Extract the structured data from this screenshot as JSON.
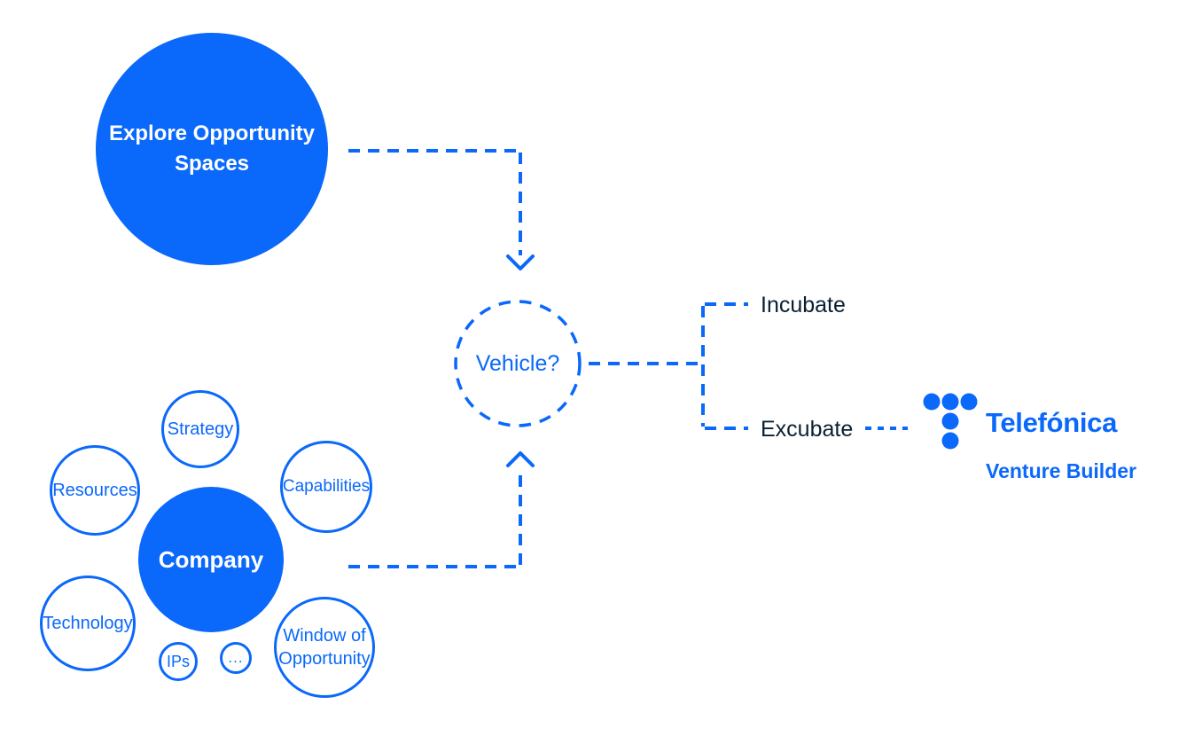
{
  "colors": {
    "blue": "#0A68FA",
    "dark_text": "#0A2032",
    "background": "#FFFFFF"
  },
  "nodes": {
    "explore": {
      "label": "Explore Opportunity Spaces"
    },
    "company": {
      "label": "Company"
    },
    "satellites": [
      {
        "label": "Strategy"
      },
      {
        "label": "Resources"
      },
      {
        "label": "Capabilities"
      },
      {
        "label": "Technology"
      },
      {
        "label": "IPs"
      },
      {
        "label": "..."
      },
      {
        "label": "Window of Opportunity"
      }
    ],
    "vehicle": {
      "label": "Vehicle?"
    }
  },
  "outcomes": {
    "incubate": "Incubate",
    "excubate": "Excubate"
  },
  "brand": {
    "name": "Telefónica",
    "tagline": "Venture Builder"
  }
}
